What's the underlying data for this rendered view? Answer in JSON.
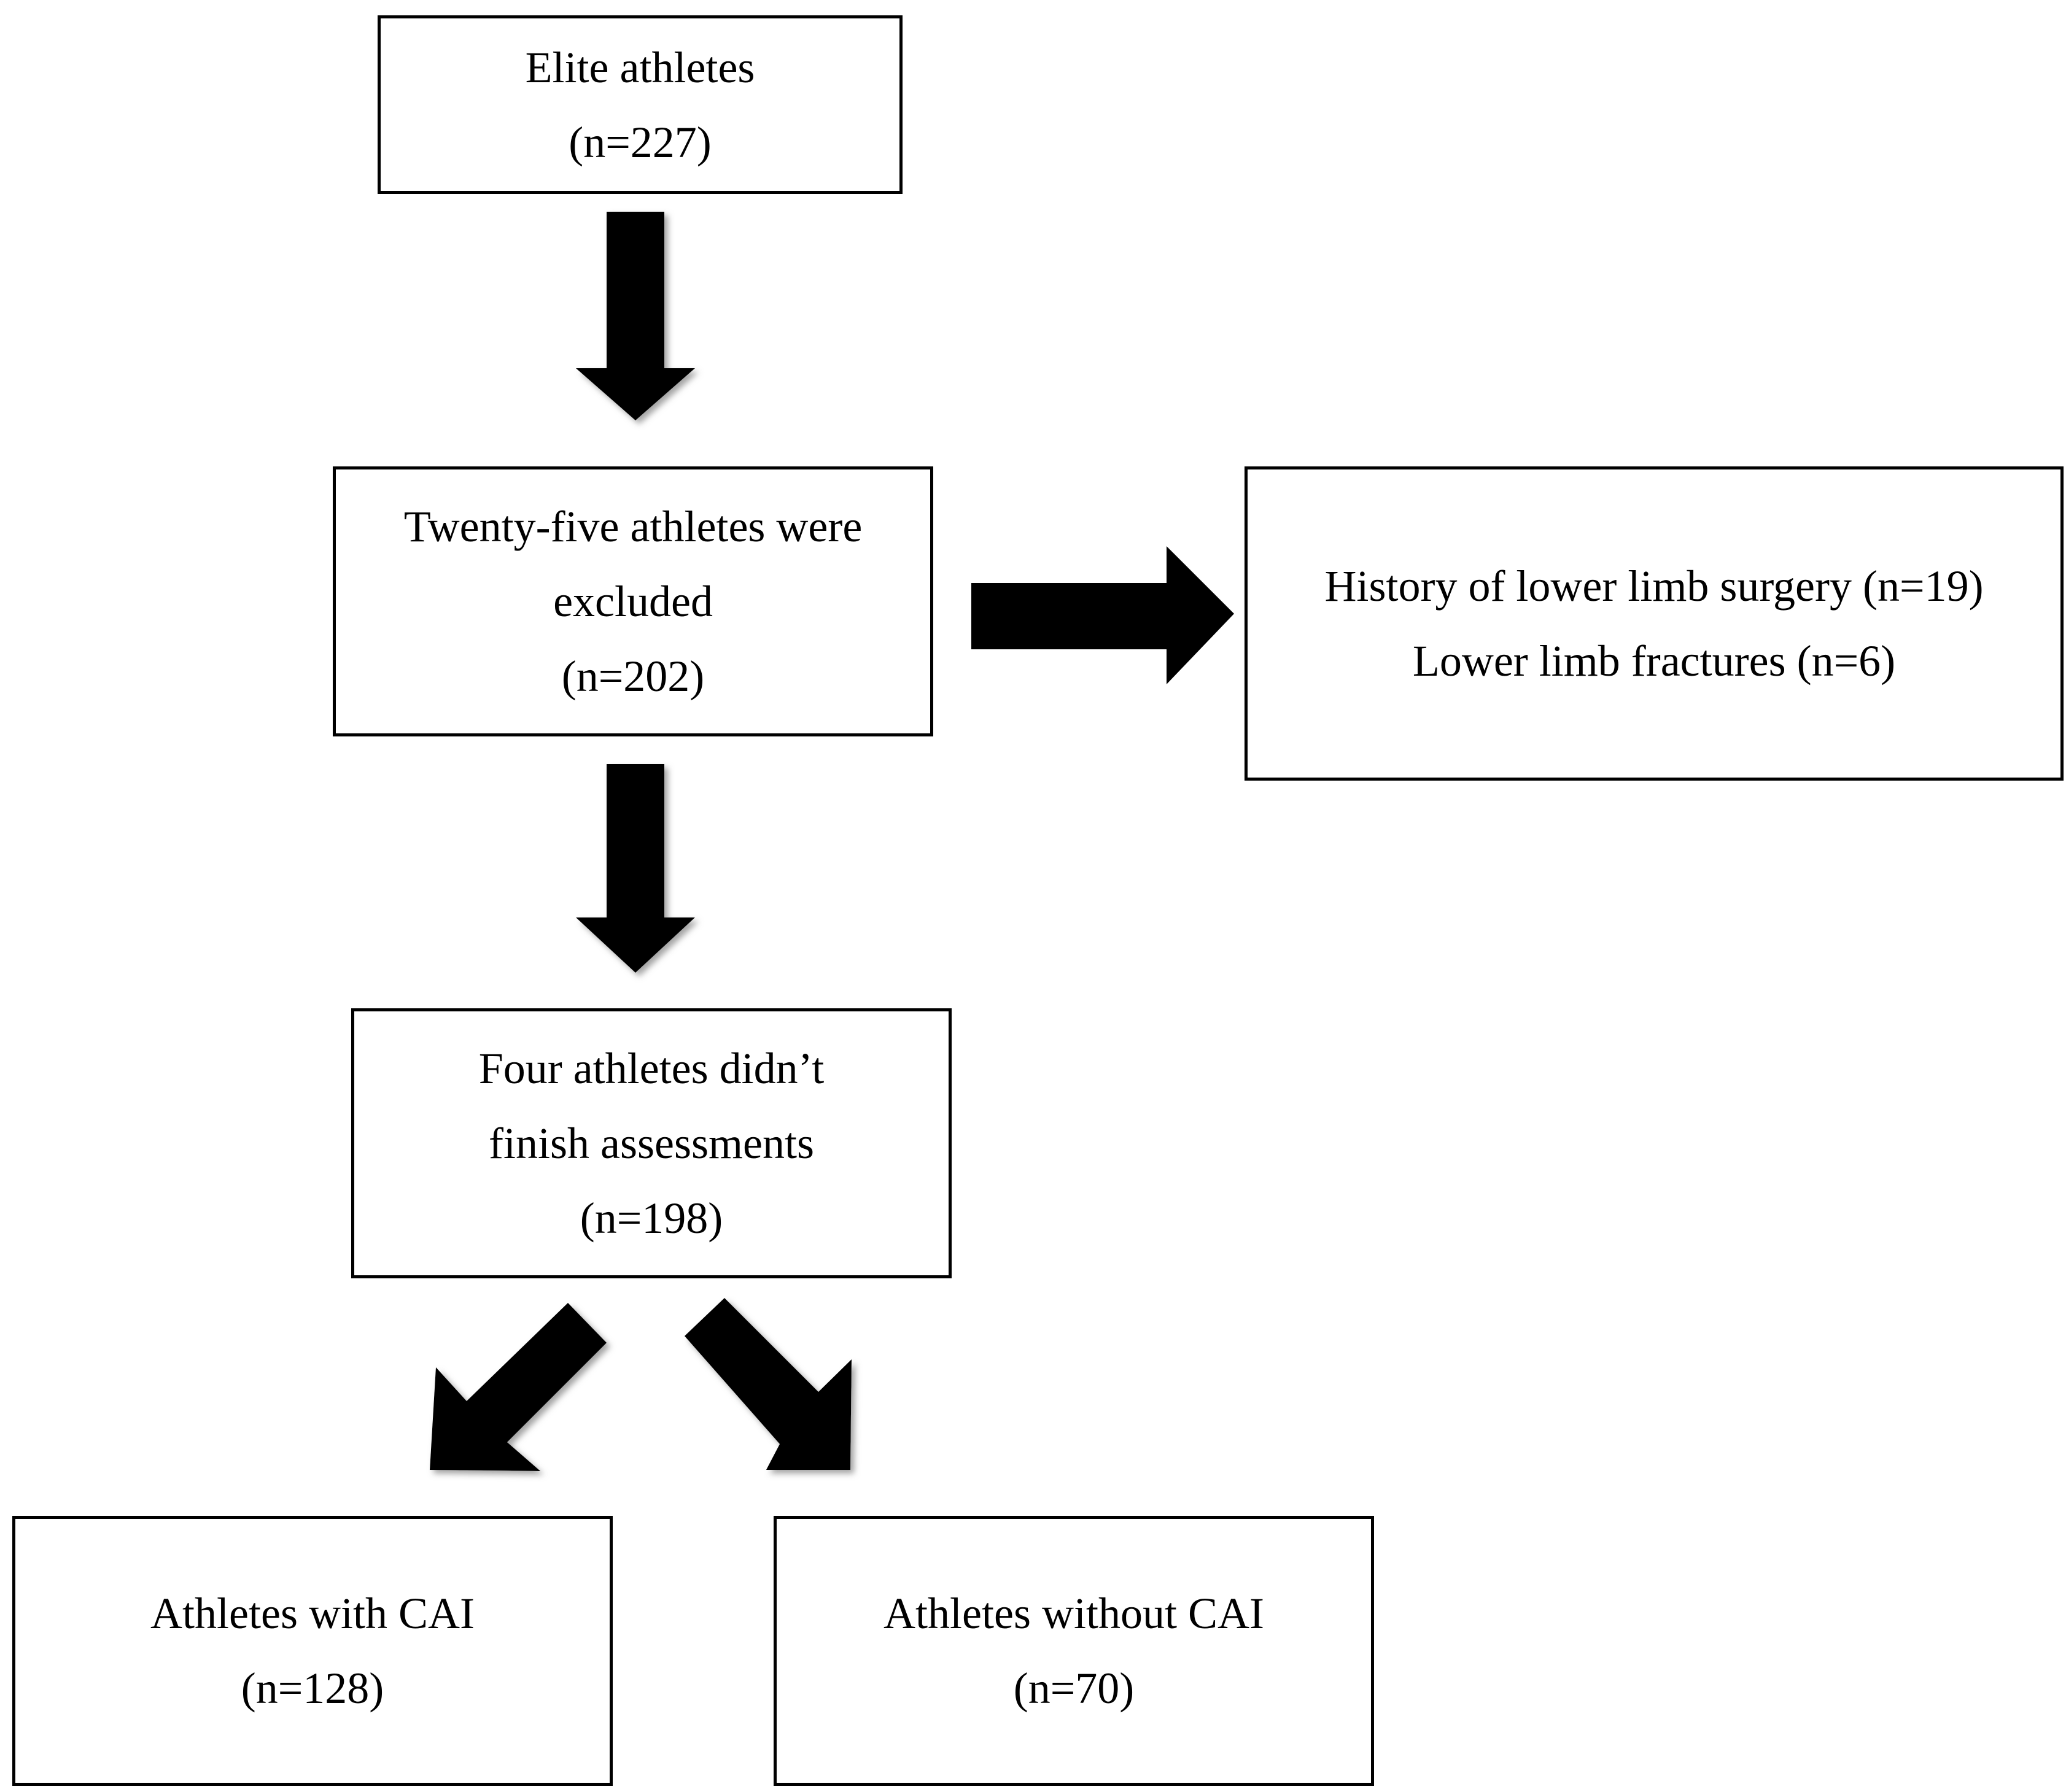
{
  "diagram": {
    "colors": {
      "box_border": "#000000",
      "arrow_fill": "#000000",
      "arrow_shadow": "#9a9a9a",
      "background": "#ffffff"
    },
    "boxes": {
      "elite": {
        "lines": [
          "Elite athletes",
          "(n=227)"
        ]
      },
      "excluded": {
        "lines": [
          "Twenty-five athletes were",
          "excluded",
          "(n=202)"
        ]
      },
      "reasons": {
        "lines": [
          "History of lower limb surgery (n=19)",
          "Lower limb fractures (n=6)"
        ]
      },
      "incomplete": {
        "lines": [
          "Four athletes didn’t",
          "finish assessments",
          "(n=198)"
        ]
      },
      "with_cai": {
        "lines": [
          "Athletes with CAI",
          "(n=128)"
        ]
      },
      "without_cai": {
        "lines": [
          "Athletes without CAI",
          "(n=70)"
        ]
      }
    }
  }
}
